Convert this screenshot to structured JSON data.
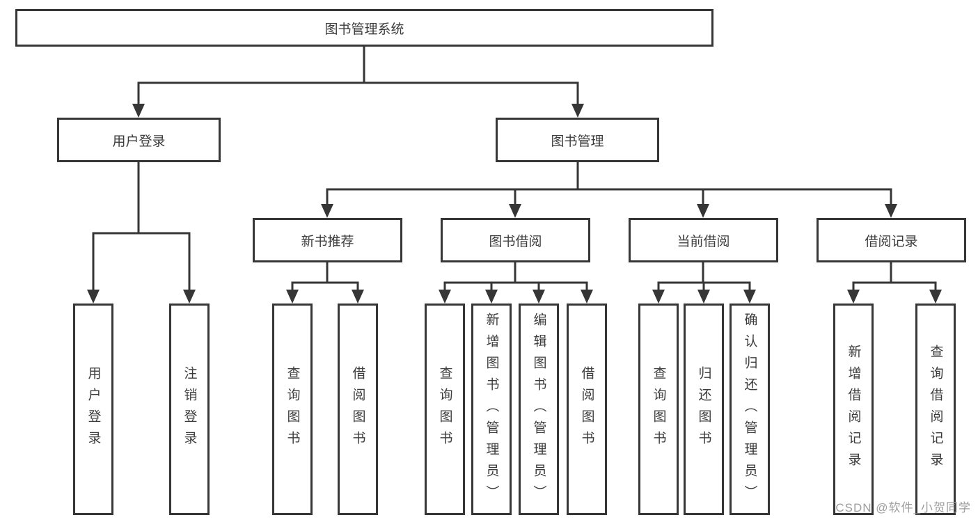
{
  "diagram": {
    "colors": {
      "line": "#363636",
      "text": "#3c3c3c",
      "watermark": "#9e9e9e",
      "background": "#ffffff"
    },
    "watermark": "CSDN @软件_小贺同学",
    "tree": {
      "label": "图书管理系统",
      "children": [
        {
          "label": "用户登录",
          "children": [
            {
              "label": "用户登录"
            },
            {
              "label": "注销登录"
            }
          ]
        },
        {
          "label": "图书管理",
          "children": [
            {
              "label": "新书推荐",
              "children": [
                {
                  "label": "查询图书"
                },
                {
                  "label": "借阅图书"
                }
              ]
            },
            {
              "label": "图书借阅",
              "children": [
                {
                  "label": "查询图书"
                },
                {
                  "label": "新增图书（管理员）"
                },
                {
                  "label": "编辑图书（管理员）"
                },
                {
                  "label": "借阅图书"
                }
              ]
            },
            {
              "label": "当前借阅",
              "children": [
                {
                  "label": "查询图书"
                },
                {
                  "label": "归还图书"
                },
                {
                  "label": "确认归还（管理员）"
                }
              ]
            },
            {
              "label": "借阅记录",
              "children": [
                {
                  "label": "新增借阅记录"
                },
                {
                  "label": "查询借阅记录"
                }
              ]
            }
          ]
        }
      ]
    }
  }
}
